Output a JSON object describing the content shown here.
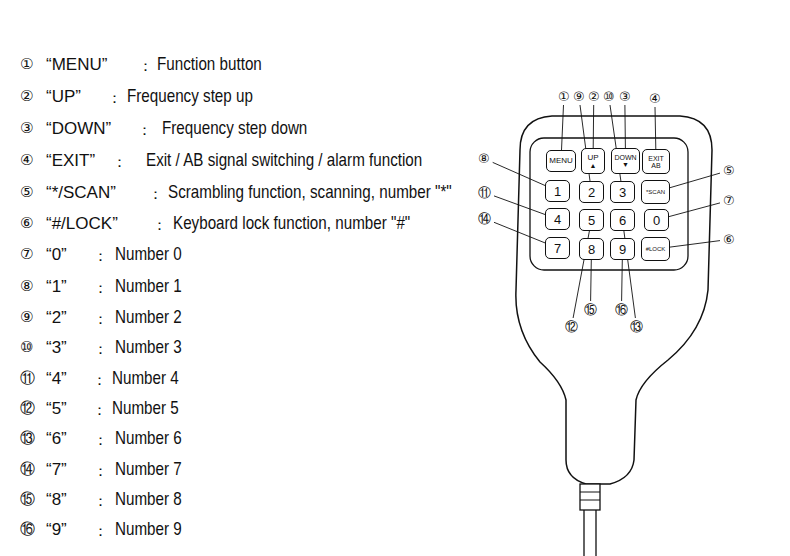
{
  "diagram": {
    "nodes": [
      {
        "text": [
          "MENU"
        ]
      },
      {
        "text": [
          "UP",
          "▲"
        ]
      },
      {
        "text": [
          "DOWN",
          "▼"
        ]
      },
      {
        "text": [
          "EXIT",
          "AB"
        ]
      },
      {
        "text": [
          "1"
        ]
      },
      {
        "text": [
          "2"
        ]
      },
      {
        "text": [
          "3"
        ]
      },
      {
        "text": [
          "*SCAN"
        ]
      },
      {
        "text": [
          "4"
        ]
      },
      {
        "text": [
          "5"
        ]
      },
      {
        "text": [
          "6"
        ]
      },
      {
        "text": [
          "0"
        ]
      },
      {
        "text": [
          "7"
        ]
      },
      {
        "text": [
          "8"
        ]
      },
      {
        "text": [
          "9"
        ]
      },
      {
        "text": [
          "#LOCK"
        ]
      }
    ],
    "labels": [
      "①",
      "“MENU”",
      "：",
      "Function button",
      "②",
      "“UP”",
      "：",
      "Frequency step up",
      "③",
      "“DOWN”",
      "：",
      "Frequency step down",
      "④",
      "“EXIT”",
      "：",
      "Exit / AB signal switching / alarm function",
      "⑤",
      "“*/SCAN”",
      "：",
      "Scrambling function, scanning, number \"*\"",
      "⑥",
      "“#/LOCK”",
      "：",
      "Keyboard lock function, number \"#\"",
      "⑦",
      "“0”",
      "：",
      "Number 0",
      "⑧",
      "“1”",
      "：",
      "Number 1",
      "⑨",
      "“2”",
      "：",
      "Number 2",
      "⑩",
      "“3”",
      "：",
      "Number 3",
      "⑪",
      "“4”",
      "：",
      "Number 4",
      "⑫",
      "“5”",
      "：",
      "Number 5",
      "⑬",
      "“6”",
      "：",
      "Number 6",
      "⑭",
      "“7”",
      "：",
      "Number 7",
      "⑮",
      "“8”",
      "：",
      "Number 8",
      "⑯",
      "“9”",
      "：",
      "Number 9",
      "①",
      "⑨",
      "②",
      "⑩",
      "③",
      "④",
      "⑧",
      "⑤",
      "⑪",
      "⑦",
      "⑭",
      "⑥",
      "⑫",
      "⑮",
      "⑯",
      "⑬"
    ]
  }
}
